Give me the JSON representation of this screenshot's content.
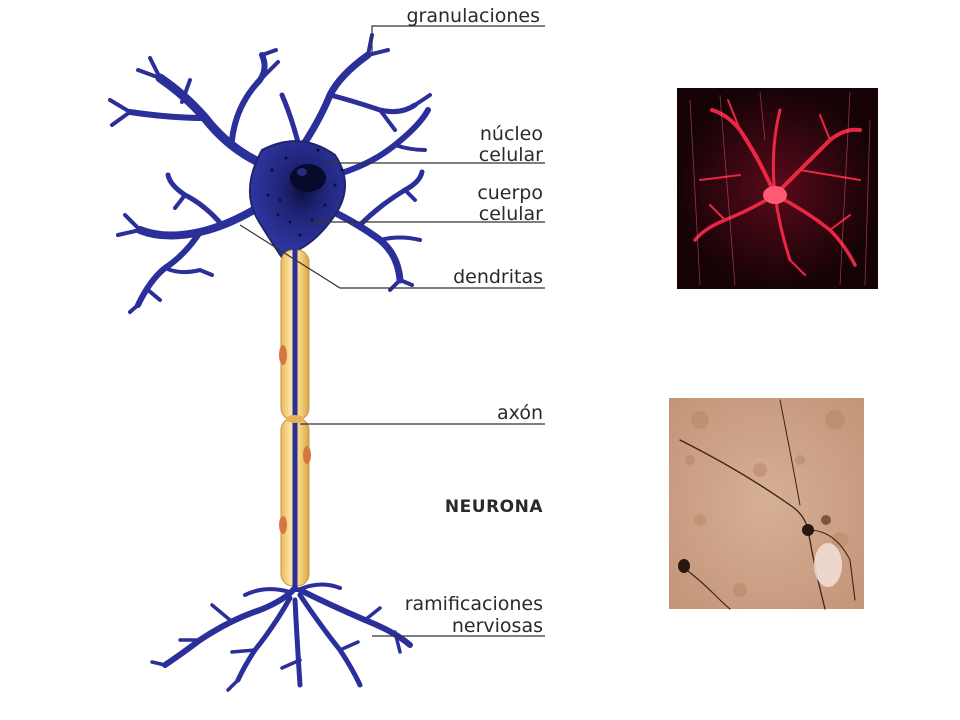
{
  "labels": {
    "granulaciones": "granulaciones",
    "nucleo_1": "núcleo",
    "nucleo_2": "celular",
    "cuerpo_1": "cuerpo",
    "cuerpo_2": "celular",
    "dendritas": "dendritas",
    "axon": "axón",
    "title": "NEURONA",
    "ramif_1": "ramificaciones",
    "ramif_2": "nerviosas"
  },
  "colors": {
    "neuron": "#2b2f9a",
    "soma": "#1f2477",
    "myelin": "#f3d27c",
    "node": "#d8763f",
    "fluor_bg": "#1a0508",
    "fluor_cell": "#ff2a4a",
    "micro_bg": "#cfa587"
  }
}
